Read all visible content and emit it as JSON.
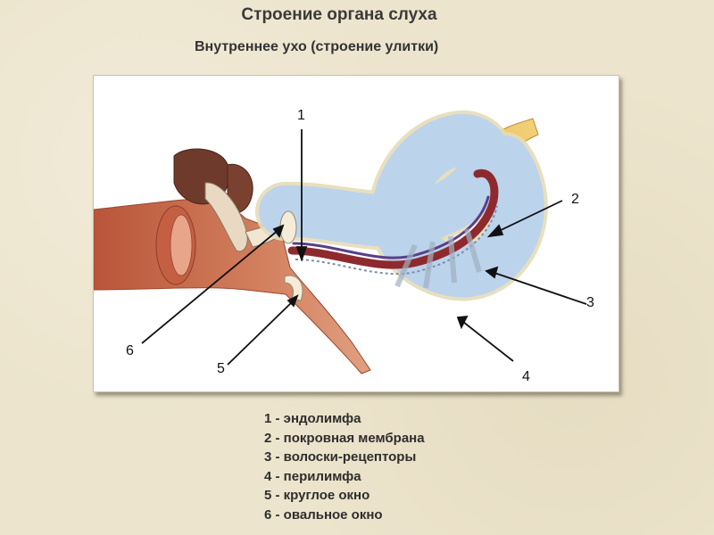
{
  "title": "Строение органа слуха",
  "subtitle": "Внутреннее ухо (строение улитки)",
  "callouts": [
    "1",
    "2",
    "3",
    "4",
    "5",
    "6"
  ],
  "legend": [
    "1 - эндолимфа",
    "2 - покровная мембрана",
    "3 - волоски-рецепторы",
    "4 - перилимфа",
    "5 - круглое окно",
    "6 - овальное окно"
  ],
  "colors": {
    "background": "#ece4cc",
    "perilymph": "#bcd3ec",
    "endolymph": "#8e2a2e",
    "membrane": "#5a3f8a",
    "nerve": "#e6b94a",
    "bone": "#c8694a"
  }
}
